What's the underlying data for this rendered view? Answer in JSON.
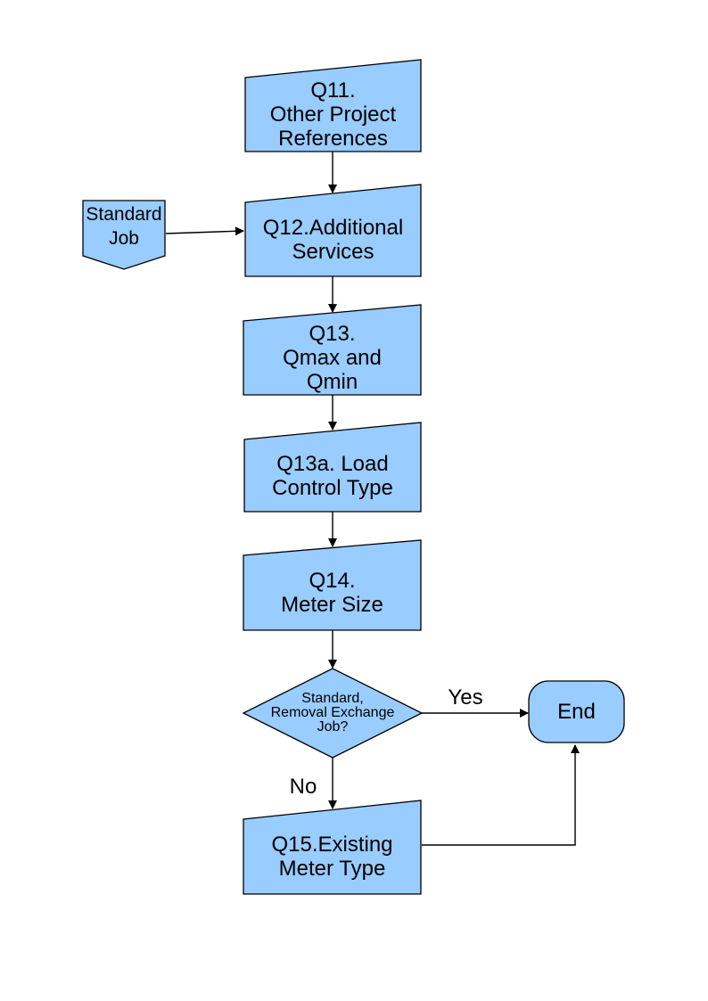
{
  "diagram": {
    "colors": {
      "background": "#FFFFFF",
      "node_fill": "#99CCFF",
      "node_border": "#000000",
      "edge": "#000000",
      "text": "#000000"
    },
    "nodes": {
      "q11": {
        "shape": "manual-input",
        "label": "Q11.\nOther Project\nReferences"
      },
      "standard_job": {
        "shape": "off-page-connector",
        "label": "Standard\nJob"
      },
      "q12": {
        "shape": "manual-input",
        "label": "Q12.Additional\nServices"
      },
      "q13": {
        "shape": "manual-input",
        "label": "Q13.\nQmax and\nQmin"
      },
      "q13a": {
        "shape": "manual-input",
        "label": "Q13a. Load\nControl Type"
      },
      "q14": {
        "shape": "manual-input",
        "label": "Q14.\nMeter Size"
      },
      "decision": {
        "shape": "decision-diamond",
        "label": "Standard,\nRemoval Exchange\nJob?"
      },
      "end": {
        "shape": "terminator",
        "label": "End"
      },
      "q15": {
        "shape": "manual-input",
        "label": "Q15.Existing\nMeter Type"
      }
    },
    "edges": [
      {
        "from": "q11",
        "to": "q12",
        "label": ""
      },
      {
        "from": "standard_job",
        "to": "q12",
        "label": ""
      },
      {
        "from": "q12",
        "to": "q13",
        "label": ""
      },
      {
        "from": "q13",
        "to": "q13a",
        "label": ""
      },
      {
        "from": "q13a",
        "to": "q14",
        "label": ""
      },
      {
        "from": "q14",
        "to": "decision",
        "label": ""
      },
      {
        "from": "decision",
        "to": "end",
        "label": "Yes"
      },
      {
        "from": "decision",
        "to": "q15",
        "label": "No"
      },
      {
        "from": "q15",
        "to": "end",
        "label": ""
      }
    ]
  }
}
